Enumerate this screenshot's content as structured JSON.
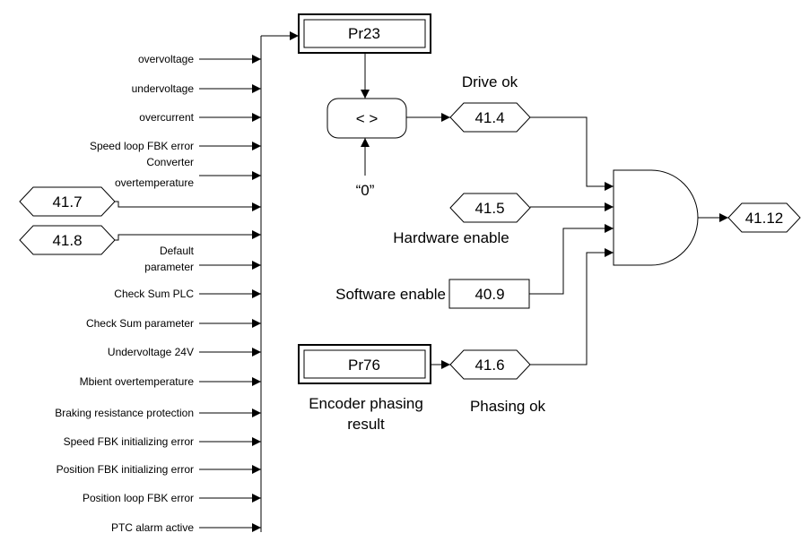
{
  "alarm_inputs": [
    "overvoltage",
    "undervoltage",
    "overcurrent",
    "Speed loop FBK error",
    [
      "Converter",
      "overtemperature"
    ],
    [
      "Default",
      "parameter"
    ],
    "Check Sum PLC",
    "Check Sum parameter",
    "Undervoltage 24V",
    "Mbient overtemperature",
    "Braking resistance protection",
    "Speed FBK initializing error",
    "Position FBK initializing error",
    "Position loop FBK error",
    "PTC alarm active"
  ],
  "flag_inputs": [
    "41.7",
    "41.8"
  ],
  "param_pr23": "Pr23",
  "comparator_symbol": "< >",
  "comparator_ref": "“0”",
  "drive_ok": {
    "label": "Drive ok",
    "flag": "41.4"
  },
  "hardware_enable": {
    "label": "Hardware enable",
    "flag": "41.5"
  },
  "software_enable": {
    "label": "Software enable",
    "flag": "40.9"
  },
  "phasing": {
    "param": "Pr76",
    "param_label": [
      "Encoder phasing",
      "result"
    ],
    "label": "Phasing ok",
    "flag": "41.6"
  },
  "output_flag": "41.12"
}
